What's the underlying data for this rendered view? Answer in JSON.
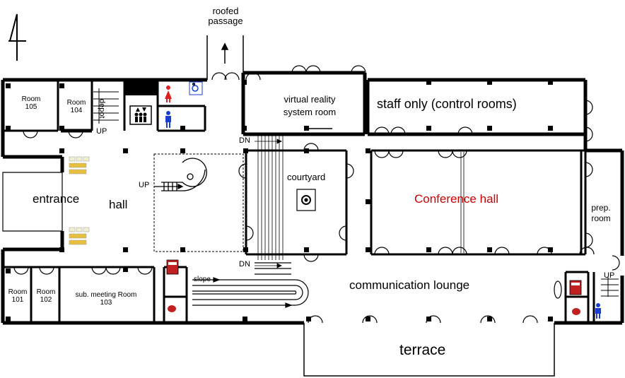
{
  "labels": {
    "roofed_passage_1": "roofed",
    "roofed_passage_2": "passage",
    "room105_1": "Room",
    "room105_2": "105",
    "room104_1": "Room",
    "room104_2": "104",
    "depot": "depot",
    "up_stair_104": "UP",
    "vr_room_1": "virtual reality",
    "vr_room_2": "system room",
    "staff_only": "staff only (control rooms)",
    "dn_top": "DN",
    "dn_bottom": "DN",
    "courtyard": "courtyard",
    "entrance": "entrance",
    "hall": "hall",
    "up_spiral": "UP",
    "conference_hall": "Conference  hall",
    "prep_room_1": "prep.",
    "prep_room_2": "room",
    "up_right": "UP",
    "room101_1": "Room",
    "room101_2": "101",
    "room102_1": "Room",
    "room102_2": "102",
    "room103_1": "sub. meeting Room",
    "room103_2": "103",
    "slope": "slope",
    "communication_lounge": "communication lounge",
    "terrace": "terrace"
  },
  "colors": {
    "wall": "#000000",
    "conference_label": "#d00000",
    "female_icon": "#e02020",
    "male_icon": "#1a3fd0",
    "accessible_icon": "#1a3fd0",
    "sofa": "#e8c040",
    "vending": "#c02020"
  },
  "icons": [
    "north-arrow-icon",
    "elevator-icon",
    "female-toilet-icon",
    "male-toilet-icon",
    "accessible-toilet-icon",
    "vending-machine-icon",
    "kettle-icon",
    "sofa-icon",
    "fountain-icon"
  ]
}
